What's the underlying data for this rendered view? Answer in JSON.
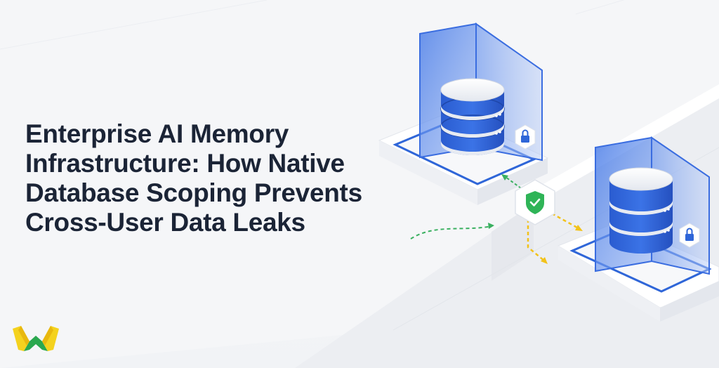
{
  "headline": {
    "lines": [
      "Enterprise AI Memory",
      "Infrastructure: How Native",
      "Database Scoping Prevents",
      "Cross-User Data Leaks"
    ]
  },
  "illustration": {
    "left_server": {
      "icon": "database-icon",
      "badge": "lock-icon"
    },
    "right_server": {
      "icon": "database-icon",
      "badge": "lock-icon"
    },
    "center_badge": {
      "icon": "shield-check-icon"
    },
    "flows": [
      "green-dashed-arrow",
      "yellow-dashed-arrow"
    ]
  },
  "logo": {
    "icon": "w-logo-icon"
  },
  "colors": {
    "text": "#1b2436",
    "db_blue": "#2f66d8",
    "glass_blue": "#4d7fe8",
    "shield_green": "#2fb457",
    "flow_green": "#3ab060",
    "flow_yellow": "#f2c21a",
    "logo_yellow": "#f4d21e",
    "logo_green": "#2aa84f"
  }
}
